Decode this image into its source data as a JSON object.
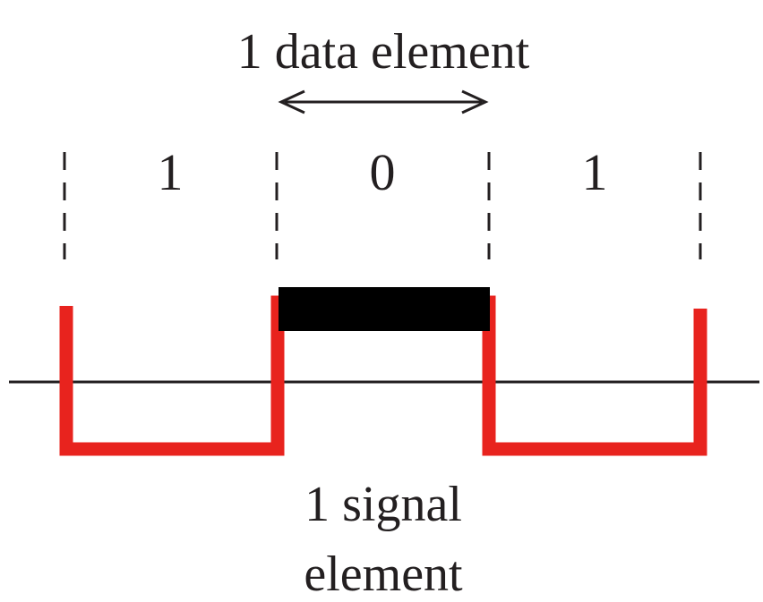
{
  "labels": {
    "data_element": "1 data element",
    "signal_line1": "1 signal",
    "signal_line2": "element"
  },
  "bits": [
    "1",
    "0",
    "1"
  ],
  "colors": {
    "signal": "#e8231e",
    "ink": "#231f20",
    "bar": "#000000",
    "background": "#ffffff"
  }
}
